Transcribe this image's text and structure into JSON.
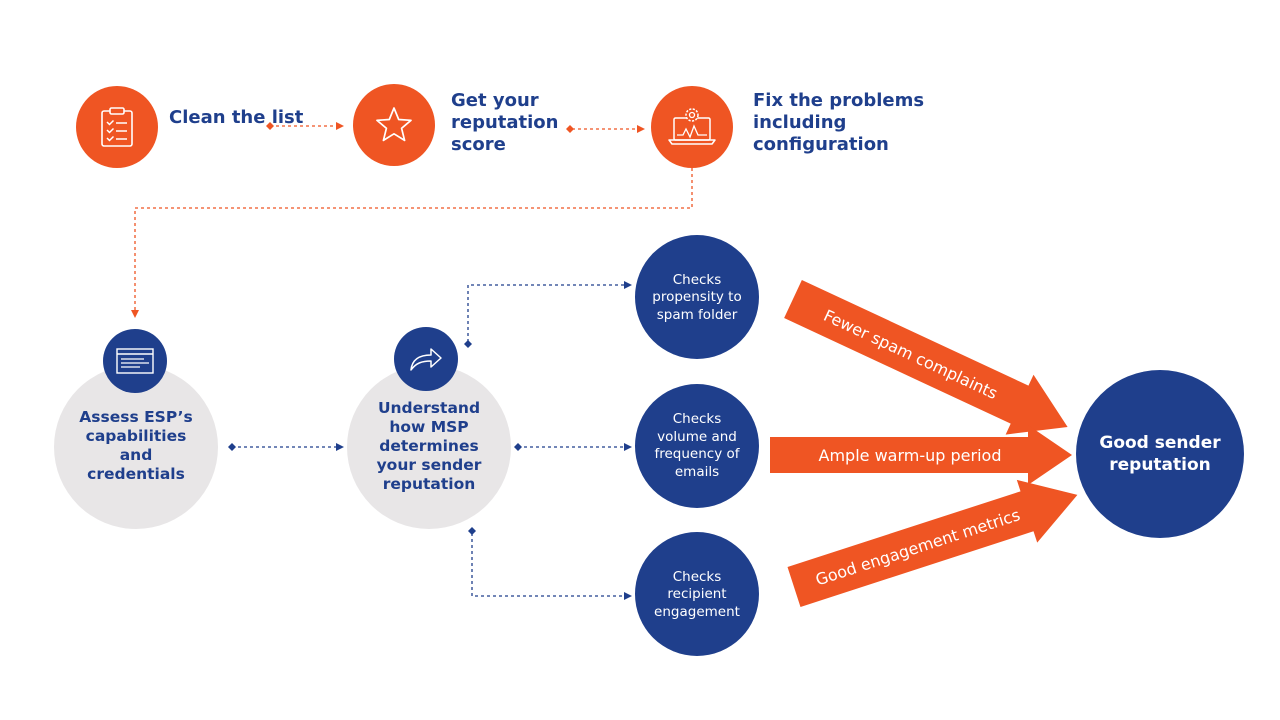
{
  "colors": {
    "orange": "#ef5523",
    "navy": "#1f3f8c",
    "grey": "#e8e6e7"
  },
  "steps": [
    {
      "label": "Clean the list",
      "icon": "clipboard-checklist-icon"
    },
    {
      "label": "Get your reputation score",
      "icon": "star-icon"
    },
    {
      "label": "Fix the problems including configuration",
      "icon": "laptop-gear-icon"
    }
  ],
  "stages": [
    {
      "label": "Assess ESP’s capabilities and credentials",
      "icon": "browser-window-icon"
    },
    {
      "label": "Understand how MSP determines your sender reputation",
      "icon": "share-arrow-icon"
    }
  ],
  "checks": [
    {
      "label": "Checks propensity to spam folder"
    },
    {
      "label": "Checks volume and frequency of emails"
    },
    {
      "label": "Checks recipient engagement"
    }
  ],
  "arrows": [
    {
      "label": "Fewer spam complaints"
    },
    {
      "label": "Ample warm-up period"
    },
    {
      "label": "Good engagement metrics"
    }
  ],
  "outcome": {
    "label": "Good sender reputation"
  }
}
